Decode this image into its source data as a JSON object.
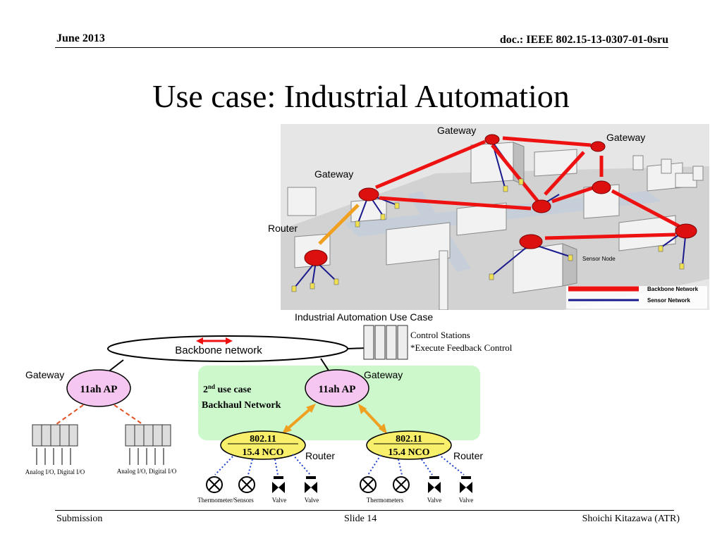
{
  "header": {
    "date": "June 2013",
    "doc": "doc.: IEEE 802.15-13-0307-01-0sru"
  },
  "title": "Use case: Industrial Automation",
  "scene": {
    "labels": {
      "gateway": "Gateway",
      "router": "Router",
      "sensor_node": "Sensor Node"
    },
    "legend": {
      "backbone": "Backbone Network",
      "sensor": "Sensor Network"
    },
    "caption": "Industrial Automation Use Case",
    "colors": {
      "backbone": "#ee1111",
      "sensor": "#1a1a8c",
      "router": "#dd1010",
      "link": "#f0a020"
    }
  },
  "diagram": {
    "backbone": "Backbone network",
    "control": [
      "Control Stations",
      "*Execute Feedback Control"
    ],
    "gateway": "Gateway",
    "ap": "11ah AP",
    "usecase": {
      "line1_num": "2",
      "line1_sup": "nd",
      "line1_rest": " use case",
      "line2": "Backhaul Network"
    },
    "router": "Router",
    "nco_top": "802.11",
    "nco_bottom": "15.4 NCO",
    "io_label": "Analog I/O, Digital I/O",
    "devices_left": [
      "Thermometer/Sensors",
      "Valve",
      "Valve"
    ],
    "devices_right": [
      "Thermometers",
      "Valve",
      "Valve"
    ],
    "colors": {
      "ap_fill": "#f4c6f0",
      "nco_fill": "#f8f06a",
      "backhaul": "#ccf8cc",
      "link": "#f0a020",
      "io_link": "#e05020",
      "sensor_link": "#2244cc"
    }
  },
  "footer": {
    "left": "Submission",
    "center": "Slide 14",
    "right": "Shoichi Kitazawa (ATR)"
  }
}
